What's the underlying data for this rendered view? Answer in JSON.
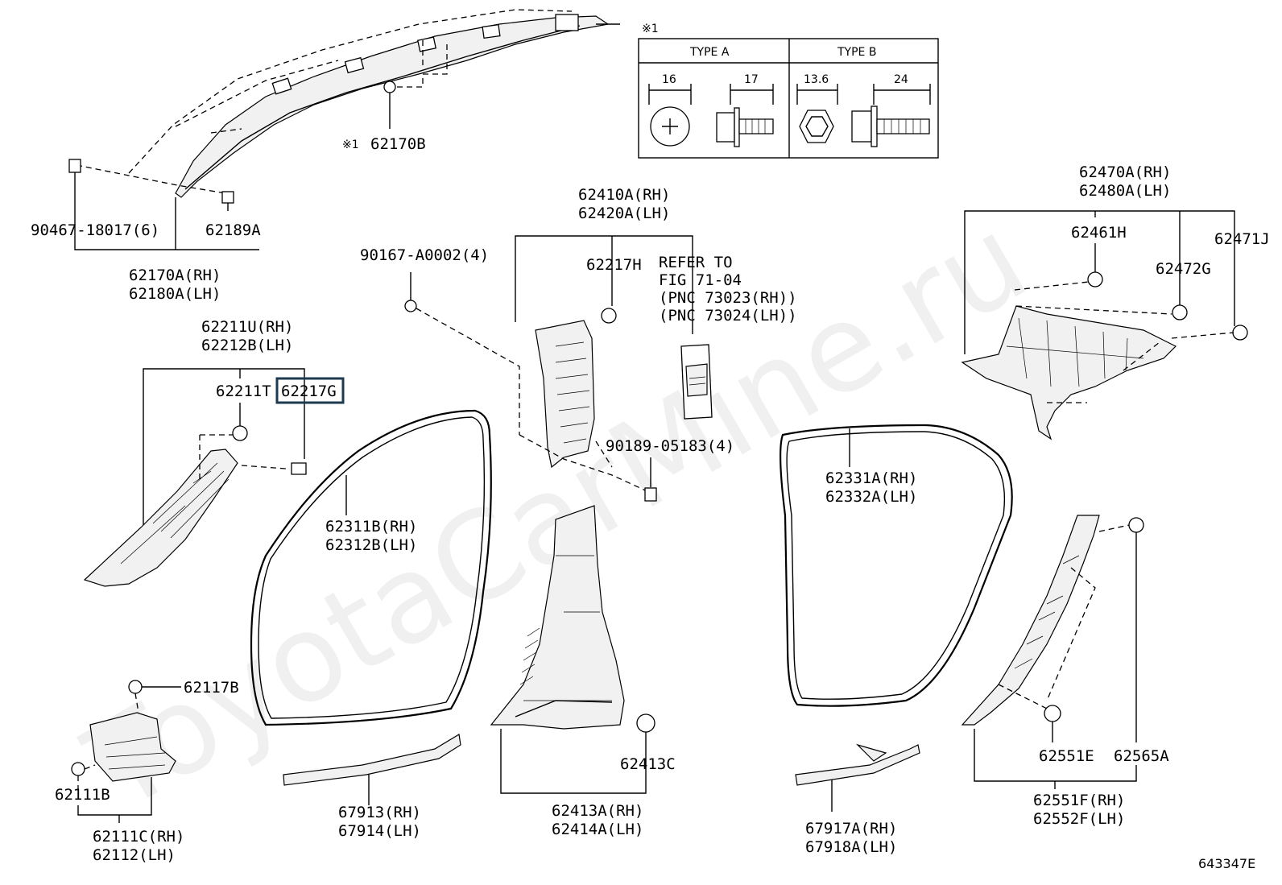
{
  "watermark": "ToyotaCarMine.ru",
  "image_code": "643347E",
  "table": {
    "note": "※1",
    "type_a": "TYPE A",
    "type_b": "TYPE B",
    "dims": [
      "16",
      "17",
      "13.6",
      "24"
    ]
  },
  "labels": {
    "p62170B": "62170B",
    "note_mark": "※1",
    "p90467": "90467-18017(6)",
    "p62189A": "62189A",
    "p62170A": "62170A(RH)",
    "p62180A": "62180A(LH)",
    "p62211U": "62211U(RH)",
    "p62212B": "62212B(LH)",
    "p62211T": "62211T",
    "p62217G": "62217G",
    "p90167": "90167-A0002(4)",
    "p62410A": "62410A(RH)",
    "p62420A": "62420A(LH)",
    "p62217H": "62217H",
    "refer1": "REFER TO",
    "refer2": "FIG 71-04",
    "refer3": "(PNC 73023(RH))",
    "refer4": "(PNC 73024(LH))",
    "p90189": "90189-05183(4)",
    "p62311B": "62311B(RH)",
    "p62312B": "62312B(LH)",
    "p62470A": "62470A(RH)",
    "p62480A": "62480A(LH)",
    "p62461H": "62461H",
    "p62471J": "62471J",
    "p62472G": "62472G",
    "p62331A": "62331A(RH)",
    "p62332A": "62332A(LH)",
    "p62117B": "62117B",
    "p62111B": "62111B",
    "p62111C": "62111C(RH)",
    "p62112": "62112(LH)",
    "p67913": "67913(RH)",
    "p67914": "67914(LH)",
    "p62413C": "62413C",
    "p62413A": "62413A(RH)",
    "p62414A": "62414A(LH)",
    "p67917A": "67917A(RH)",
    "p67918A": "67918A(LH)",
    "p62551E": "62551E",
    "p62565A": "62565A",
    "p62551F": "62551F(RH)",
    "p62552F": "62552F(LH)"
  }
}
